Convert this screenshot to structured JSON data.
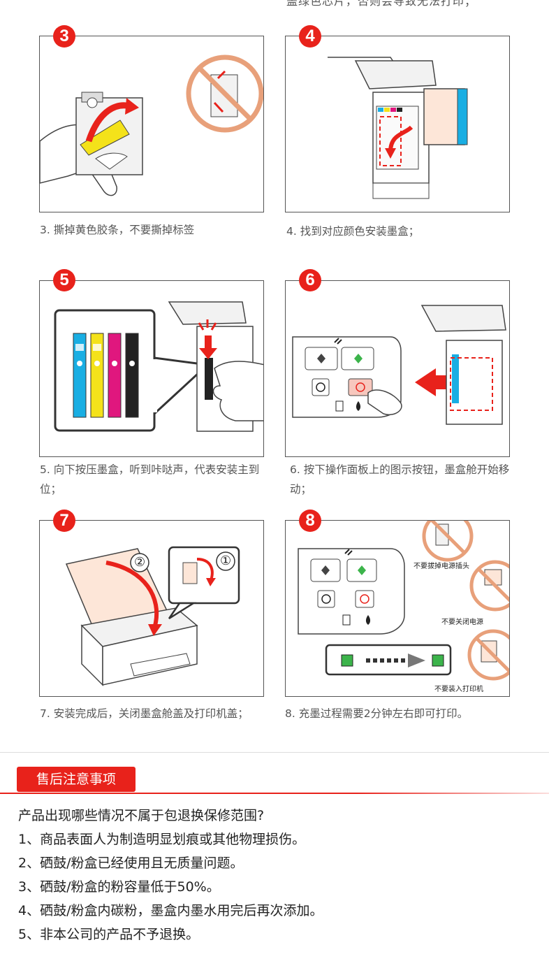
{
  "top_fragment": "盖绿色芯片，否则会导致无法打印；",
  "steps": [
    {
      "number": "3",
      "caption": "3. 撕掉黄色胶条，不要撕掉标签"
    },
    {
      "number": "4",
      "caption": "4. 找到对应颜色安装墨盒；"
    },
    {
      "number": "5",
      "caption": "5. 向下按压墨盒，听到咔哒声，代表安装主到位；"
    },
    {
      "number": "6",
      "caption": "6. 按下操作面板上的图示按钮，墨盒舱开始移动；"
    },
    {
      "number": "7",
      "caption": "7. 安装完成后，关闭墨盒舱盖及打印机盖；"
    },
    {
      "number": "8",
      "caption": "8. 充墨过程需要2分钟左右即可打印。"
    }
  ],
  "step7_markers": [
    "②",
    "①"
  ],
  "step8_warnings": [
    "不要拔掉电源插头",
    "不要关闭电源",
    "不要装入打印机"
  ],
  "section": {
    "title": "售后注意事项",
    "question": "产品出现哪些情况不属于包退换保修范围?",
    "items": [
      "1、商品表面人为制造明显划痕或其他物理损伤。",
      "2、硒鼓/粉盒已经使用且无质量问题。",
      "3、硒鼓/粉盒的粉容量低于50%。",
      "4、硒鼓/粉盒内碳粉，墨盒内墨水用完后再次添加。",
      "5、非本公司的产品不予退换。"
    ]
  },
  "colors": {
    "badge": "#e8221b",
    "cyan": "#19aee3",
    "yellow": "#f4e21a",
    "magenta": "#e0177e",
    "black": "#222222",
    "warning_orange": "#e8a07a",
    "led_green": "#3cb44b"
  },
  "icons": [
    "power-icon",
    "stop-icon",
    "ink-drop-icon",
    "paper-icon",
    "copy-bw-icon",
    "copy-color-icon",
    "arrow-icon",
    "prohibition-icon"
  ]
}
